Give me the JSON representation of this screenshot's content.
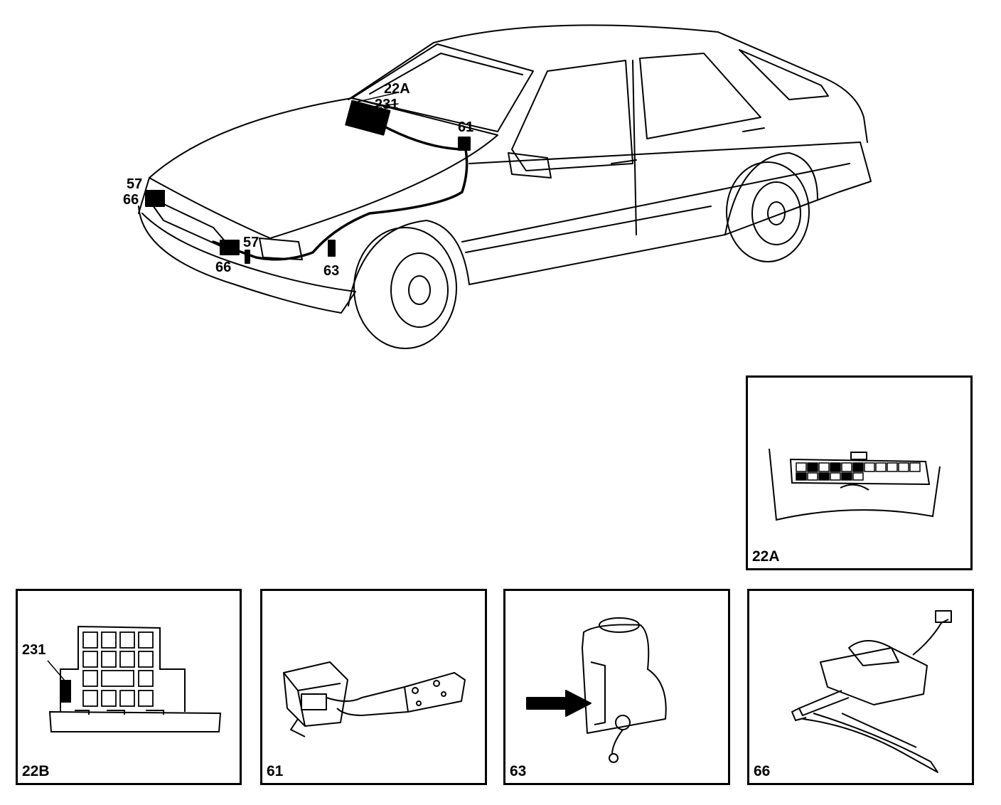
{
  "callouts": {
    "c22a": "22A",
    "c231": "231",
    "c61": "61",
    "c57_left": "57",
    "c66_left": "66",
    "c57_mid": "57",
    "c66_mid": "66",
    "c63": "63"
  },
  "panels": {
    "p22a": {
      "label": "22A"
    },
    "p22b": {
      "label": "22B",
      "callout": "231"
    },
    "p61": {
      "label": "61"
    },
    "p63": {
      "label": "63"
    },
    "p66": {
      "label": "66"
    }
  },
  "colors": {
    "ink": "#000000",
    "paper": "#ffffff"
  }
}
